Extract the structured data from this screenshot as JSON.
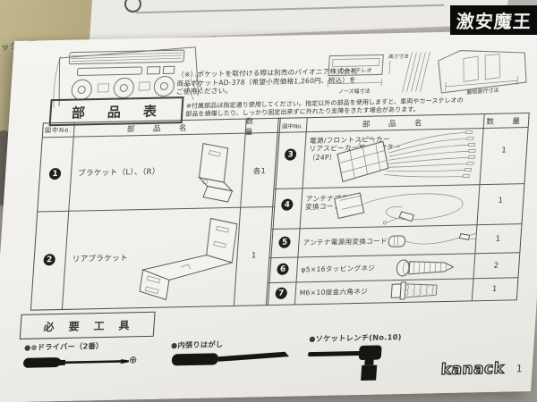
{
  "background": {
    "box_text": "ック企画"
  },
  "watermark": {
    "text": "激安魔王"
  },
  "page": {
    "top_note": "（※）ポケットを取付ける際は別売のパイオニア株式会社\n商品ポケットAD-378（希望小売価格1,260円、税込）を\nご使用ください。",
    "dim_diagram": {
      "stereo": "カーステレオ",
      "nose_width": "ノーズ幅寸法",
      "height": "高さ寸法",
      "depth": "最短奥行寸法"
    },
    "parts": {
      "title": "部　品　表",
      "note": "※付属部品は指定通り使用してください。指定以外の部品を使用しますと、車両やカーステレオの\n部品を損傷したり、しっかり固定出来ずに外れたり支障をきたす場合があります。",
      "col_no": "図中No.",
      "col_name": "部　品　名",
      "col_qty": "数　量",
      "left_rows": [
        {
          "no": "1",
          "name": "ブラケット（L）、（R）",
          "qty": "各1"
        },
        {
          "no": "2",
          "name": "リアブラケット",
          "qty": "1"
        }
      ],
      "right_rows": [
        {
          "no": "3",
          "name": "電源/フロントスピーカー\nリアスピーカー用コネクター\n（24P）",
          "qty": "1"
        },
        {
          "no": "4",
          "name": "アンテナプラグ\n変換コード",
          "qty": "1"
        },
        {
          "no": "5",
          "name": "アンテナ電源用変換コード",
          "qty": "1"
        },
        {
          "no": "6",
          "name": "φ5×16タッピングネジ",
          "qty": "2"
        },
        {
          "no": "7",
          "name": "M6×10座金六角ネジ",
          "qty": "1"
        }
      ]
    },
    "tools": {
      "title": "必　要　工　具",
      "phillips_symbol": "⊕",
      "items": [
        {
          "label": "●⊕ドライバー（2番）"
        },
        {
          "label": "●内張りはがし"
        },
        {
          "label": "●ソケットレンチ(No.10)"
        }
      ]
    },
    "footer": {
      "brand": "kanack",
      "page_no": "1"
    }
  }
}
